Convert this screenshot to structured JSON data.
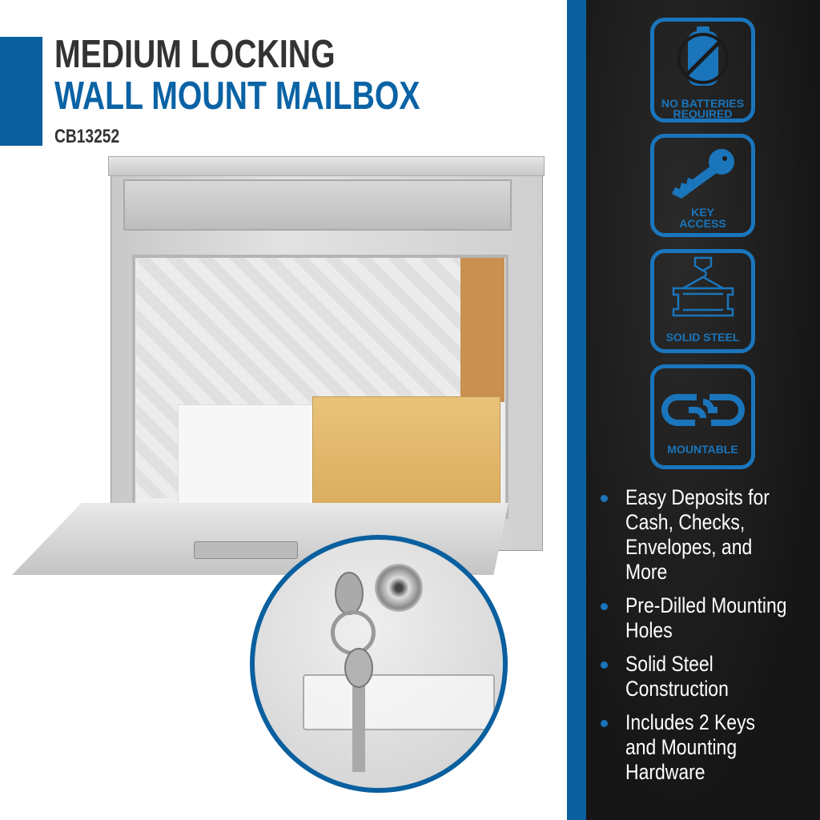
{
  "header": {
    "line1": "MEDIUM LOCKING",
    "line2": "WALL MOUNT MAILBOX",
    "model": "CB13252"
  },
  "badges": [
    {
      "icon": "no-battery-icon",
      "label1": "NO BATTERIES",
      "label2": "REQUIRED"
    },
    {
      "icon": "key-icon",
      "label1": "KEY",
      "label2": "ACCESS"
    },
    {
      "icon": "steel-beam-icon",
      "label1": "SOLID STEEL",
      "label2": ""
    },
    {
      "icon": "chain-link-icon",
      "label1": "MOUNTABLE",
      "label2": ""
    }
  ],
  "features": [
    "Easy Deposits for Cash, Checks, Envelopes, and More",
    "Pre-Dilled Mounting Holes",
    "Solid Steel Construction",
    "Includes 2 Keys and Mounting Hardware"
  ],
  "colors": {
    "brand_blue": "#0a5f9f",
    "icon_blue": "#1a75bb",
    "title_dark": "#333333",
    "panel": "#1b1b1b"
  }
}
